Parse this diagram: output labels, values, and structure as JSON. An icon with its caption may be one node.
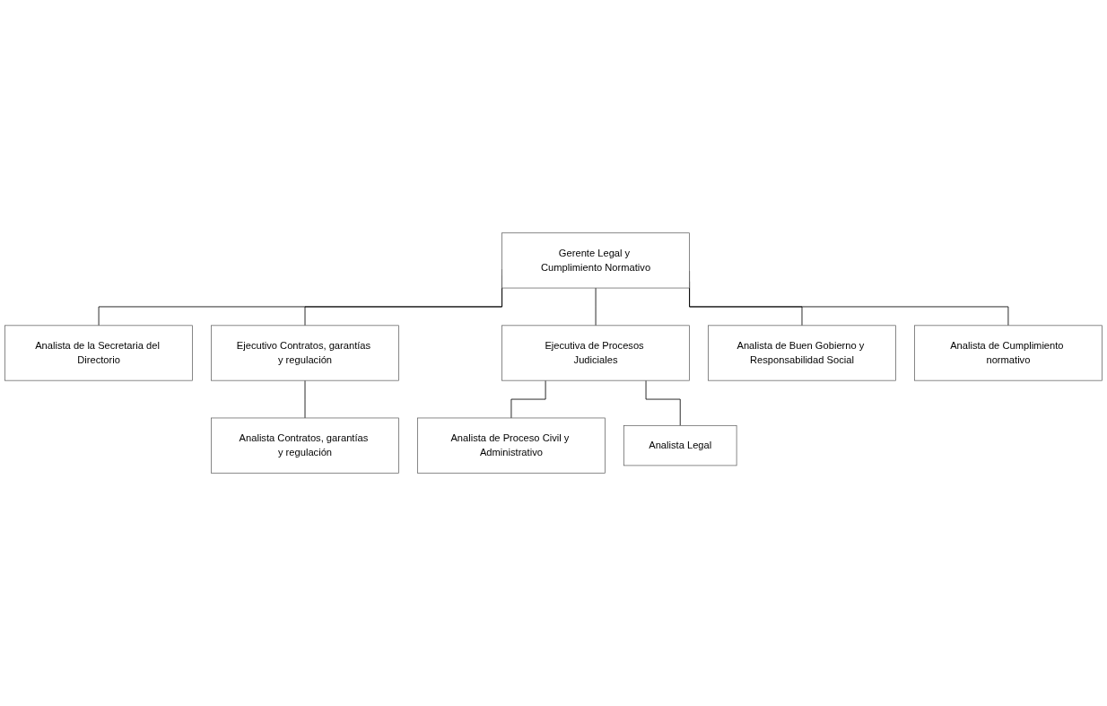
{
  "diagram": {
    "nodes": [
      {
        "text": [
          "Gerente Legal y Cumplimiento Normativo"
        ]
      },
      {
        "text": [
          "Analista de la Secretaria del Directorio"
        ]
      },
      {
        "text": [
          "Ejecutivo Contratos, garantías y regulación"
        ]
      },
      {
        "text": [
          "Ejecutiva de Procesos Judiciales"
        ]
      },
      {
        "text": [
          "Analista Contratos, garantías y regulación"
        ]
      },
      {
        "text": [
          "Analista de Proceso Civil y Administrativo"
        ]
      },
      {
        "text": [
          "Analista de Buen Gobierno y Responsabilidad Social"
        ]
      },
      {
        "text": [
          "Analista de Cumplimiento normativo"
        ]
      },
      {
        "text": [
          "Analista Legal"
        ]
      }
    ],
    "edges": [
      {
        "from": 0,
        "to": 1,
        "arrow": "none"
      },
      {
        "from": 0,
        "to": 2,
        "arrow": "none"
      },
      {
        "from": 0,
        "to": 3,
        "arrow": "none"
      },
      {
        "from": 0,
        "to": 6,
        "arrow": "none"
      },
      {
        "from": 0,
        "to": 7,
        "arrow": "none"
      },
      {
        "from": 2,
        "to": 4,
        "arrow": "none"
      },
      {
        "from": 3,
        "to": 5,
        "arrow": "none"
      },
      {
        "from": 3,
        "to": 8,
        "arrow": "none"
      }
    ]
  }
}
